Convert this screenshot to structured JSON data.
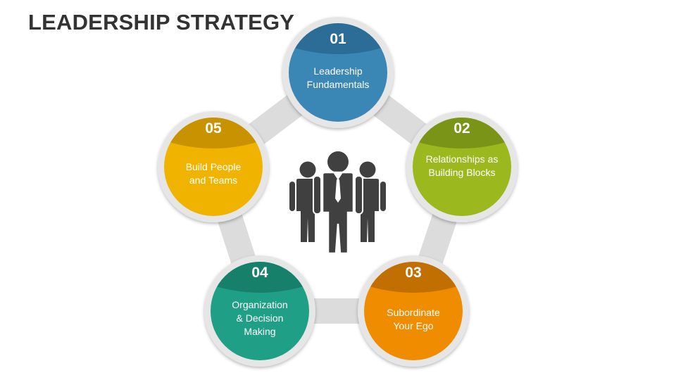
{
  "title": "LEADERSHIP STRATEGY",
  "center_icon": "business-team-icon",
  "ring_color": "#dcdcdc",
  "steps": [
    {
      "number": "01",
      "lines": [
        "Leadership",
        "Fundamentals"
      ],
      "color": "#3a86b4",
      "cap_color": "#2b6d96"
    },
    {
      "number": "02",
      "lines": [
        "Relationships as",
        "Building Blocks"
      ],
      "color": "#9bb91f",
      "cap_color": "#7a9418"
    },
    {
      "number": "03",
      "lines": [
        "Subordinate",
        "Your Ego"
      ],
      "color": "#f08c00",
      "cap_color": "#c06f00"
    },
    {
      "number": "04",
      "lines": [
        "Organization",
        "& Decision",
        "Making"
      ],
      "color": "#1f9f85",
      "cap_color": "#17806b"
    },
    {
      "number": "05",
      "lines": [
        "Build People",
        "and Teams"
      ],
      "color": "#f0b400",
      "cap_color": "#c89200"
    }
  ]
}
